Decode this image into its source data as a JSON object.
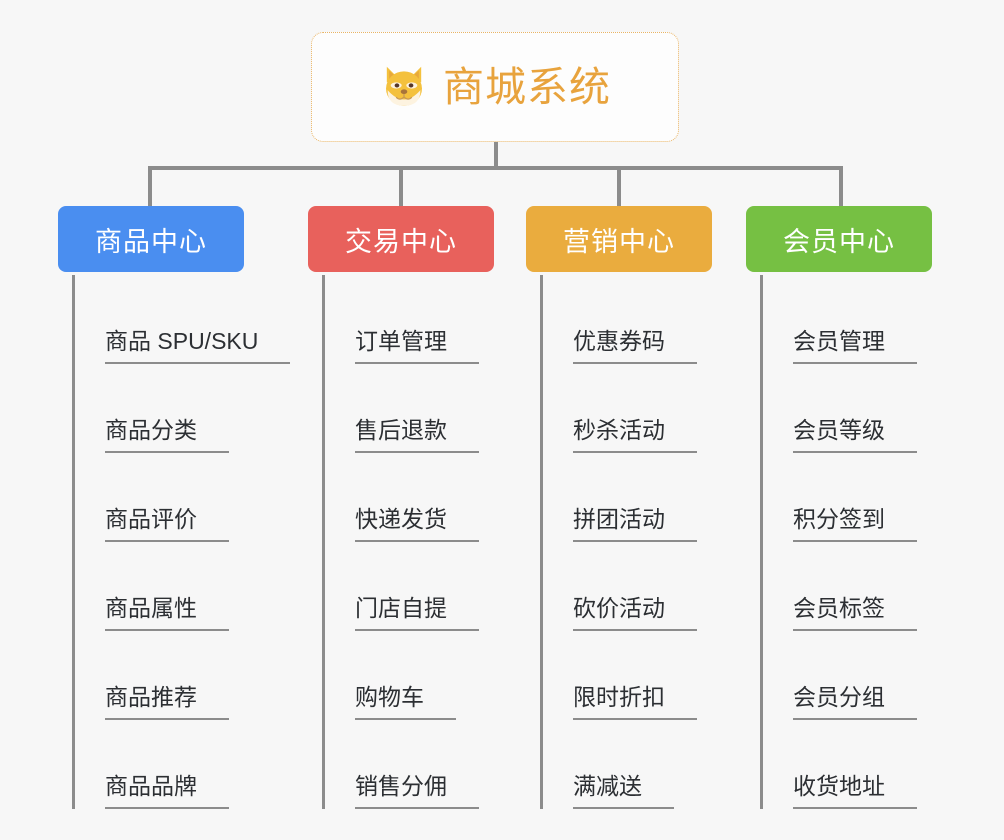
{
  "page": {
    "background_color": "#f7f7f7",
    "line_color": "#8c8c8c",
    "text_color": "#2c2f33"
  },
  "root": {
    "title": "商城系统",
    "icon": "shiba-dog-face-icon",
    "title_color": "#e8a33d",
    "border_color": "#e9b464"
  },
  "branches": [
    {
      "label": "商品中心",
      "color": "#4a8ef0",
      "items": [
        "商品 SPU/SKU",
        "商品分类",
        "商品评价",
        "商品属性",
        "商品推荐",
        "商品品牌"
      ]
    },
    {
      "label": "交易中心",
      "color": "#e8615c",
      "items": [
        "订单管理",
        "售后退款",
        "快递发货",
        "门店自提",
        "购物车",
        "销售分佣"
      ]
    },
    {
      "label": "营销中心",
      "color": "#eaac3e",
      "items": [
        "优惠券码",
        "秒杀活动",
        "拼团活动",
        "砍价活动",
        "限时折扣",
        "满减送"
      ]
    },
    {
      "label": "会员中心",
      "color": "#76c043",
      "items": [
        "会员管理",
        "会员等级",
        "积分签到",
        "会员标签",
        "会员分组",
        "收货地址"
      ]
    }
  ]
}
